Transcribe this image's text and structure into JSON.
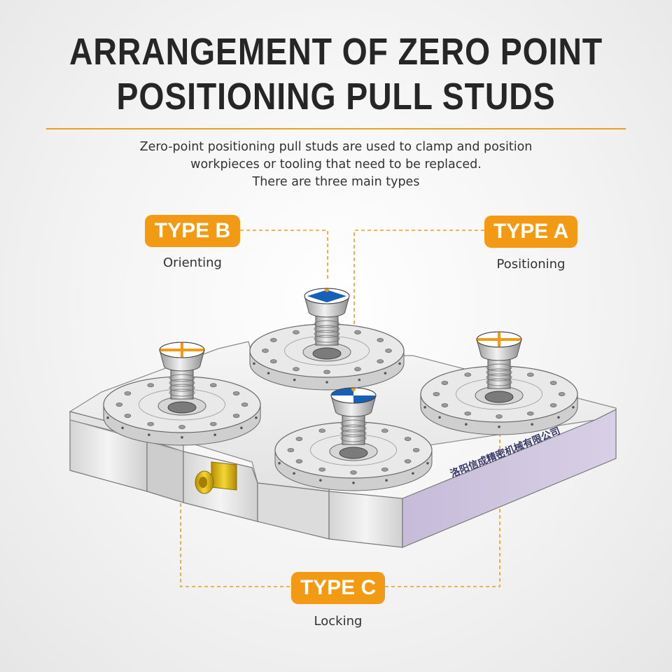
{
  "header": {
    "title_line1": "ARRANGEMENT OF ZERO POINT",
    "title_line2": "POSITIONING PULL STUDS",
    "description": [
      "Zero-point positioning pull studs are used to clamp and position",
      "workpieces or tooling that need to be replaced.",
      "There are three main types"
    ]
  },
  "types": {
    "b": {
      "label": "TYPE B",
      "caption": "Orienting"
    },
    "a": {
      "label": "TYPE A",
      "caption": "Positioning"
    },
    "c": {
      "label": "TYPE C",
      "caption": "Locking"
    }
  },
  "plate": {
    "company_text": "洛阳信成精密机械有限公司"
  },
  "colors": {
    "accent": "#f29a14",
    "stud_blue": "#1560b8",
    "plate_side_purple": "#c9bfdc",
    "fitting_yellow": "#e7c21b"
  }
}
